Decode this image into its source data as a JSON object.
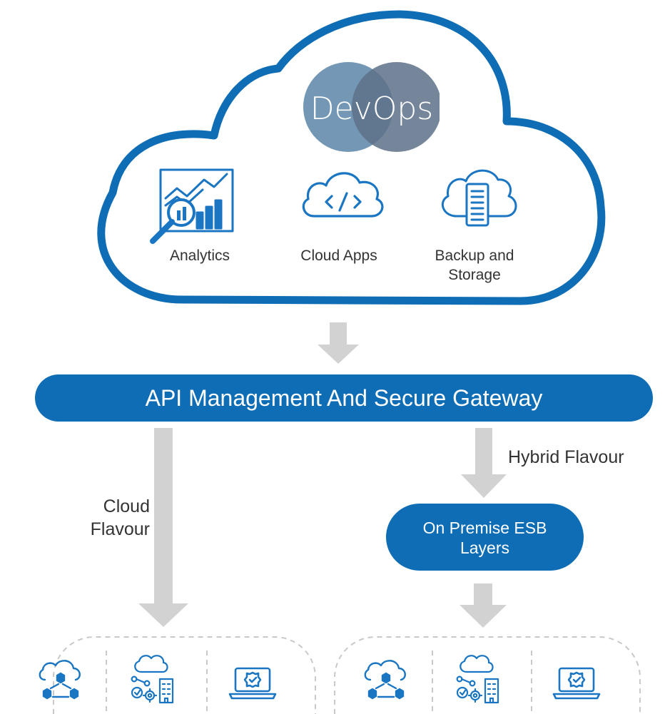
{
  "colors": {
    "brand_blue": "#0e6db5",
    "devops_left": "#5b85a8",
    "devops_right": "#5e7188",
    "arrow_gray": "#d2d2d2",
    "dashed_gray": "#c9c9c9",
    "text": "#333333"
  },
  "cloud": {
    "logo_text": "DevOps",
    "services": [
      {
        "label": "Analytics",
        "icon": "analytics-magnifier-icon"
      },
      {
        "label": "Cloud Apps",
        "icon": "cloud-code-icon"
      },
      {
        "label": "Backup and Storage",
        "label_lines": [
          "Backup and",
          "Storage"
        ],
        "icon": "cloud-server-icon"
      }
    ]
  },
  "gateway": {
    "label": "API Management And Secure Gateway"
  },
  "flows": {
    "cloud": {
      "lines": [
        "Cloud",
        "Flavour"
      ]
    },
    "hybrid": {
      "label": "Hybrid Flavour"
    }
  },
  "esb": {
    "lines": [
      "On Premise ESB",
      "Layers"
    ]
  },
  "bottom_groups": [
    {
      "icons": [
        "cloud-network-icon",
        "enterprise-integration-icon",
        "laptop-verified-icon"
      ]
    },
    {
      "icons": [
        "cloud-network-icon",
        "enterprise-integration-icon",
        "laptop-verified-icon"
      ]
    }
  ]
}
